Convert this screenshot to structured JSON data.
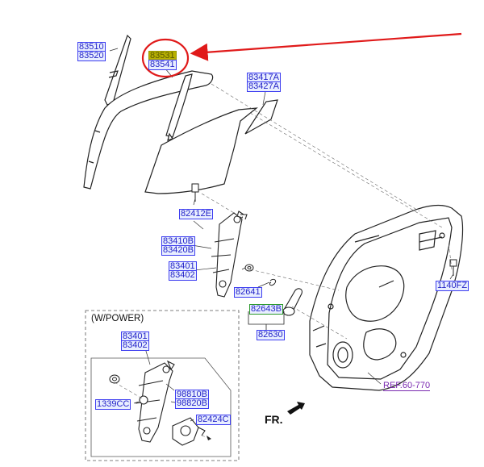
{
  "labels": {
    "p83510": "83510",
    "p83520": "83520",
    "p83531": "83531",
    "p83541": "83541",
    "p83417A": "83417A",
    "p83427A": "83427A",
    "p82412E": "82412E",
    "p83410B": "83410B",
    "p83420B": "83420B",
    "p83401": "83401",
    "p83402": "83402",
    "p82641": "82641",
    "p82643B": "82643B",
    "p82630": "82630",
    "p1140FZ": "1140FZ",
    "pw83401": "83401",
    "pw83402": "83402",
    "p1339CC": "1339CC",
    "p98810B": "98810B",
    "p98820B": "98820B",
    "p82424C": "82424C"
  },
  "reference": "REF.60-770",
  "power_title": "(W/POWER)",
  "direction_label": "FR.",
  "colors": {
    "label_border": "#3d3df0",
    "label_text": "#2323c8",
    "highlight": "#b8b000",
    "annotation_red": "#e01a1a",
    "reference": "#7a2ab0"
  }
}
